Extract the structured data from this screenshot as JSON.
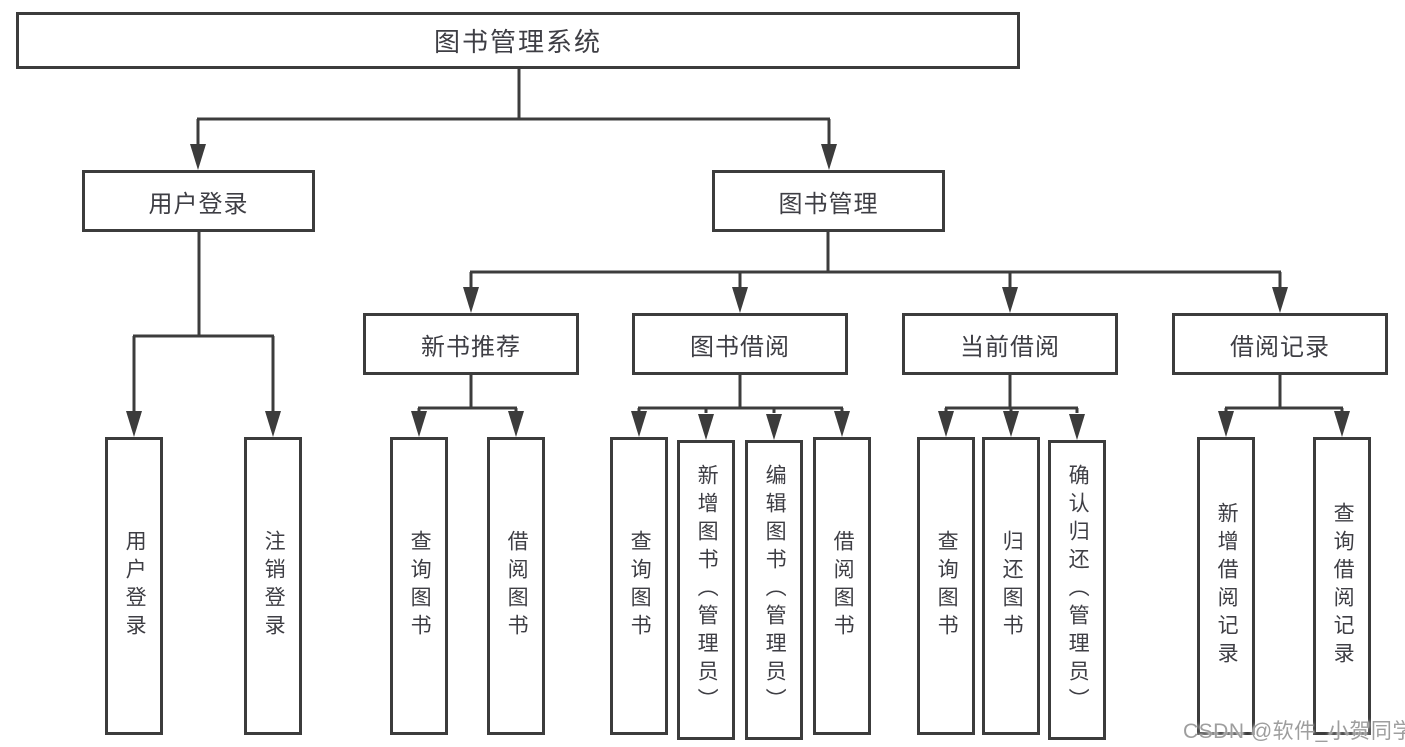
{
  "nodes": {
    "root": "图书管理系统",
    "user_login": "用户登录",
    "book_mgmt": "图书管理",
    "new_books": "新书推荐",
    "book_borrow": "图书借阅",
    "current_borrow": "当前借阅",
    "borrow_records": "借阅记录"
  },
  "leaves": {
    "user_login": [
      "用户登录",
      "注销登录"
    ],
    "new_books": [
      "查询图书",
      "借阅图书"
    ],
    "book_borrow": [
      "查询图书",
      "新增图书（管理员）",
      "编辑图书（管理员）",
      "借阅图书"
    ],
    "current_borrow": [
      "查询图书",
      "归还图书",
      "确认归还（管理员）"
    ],
    "borrow_records": [
      "新增借阅记录",
      "查询借阅记录"
    ]
  },
  "watermark": "CSDN @软件_小贺同学",
  "colors": {
    "line": "#3c3c3c",
    "text": "#3e3e44",
    "watermark": "#9e9e9e",
    "background": "#ffffff"
  }
}
